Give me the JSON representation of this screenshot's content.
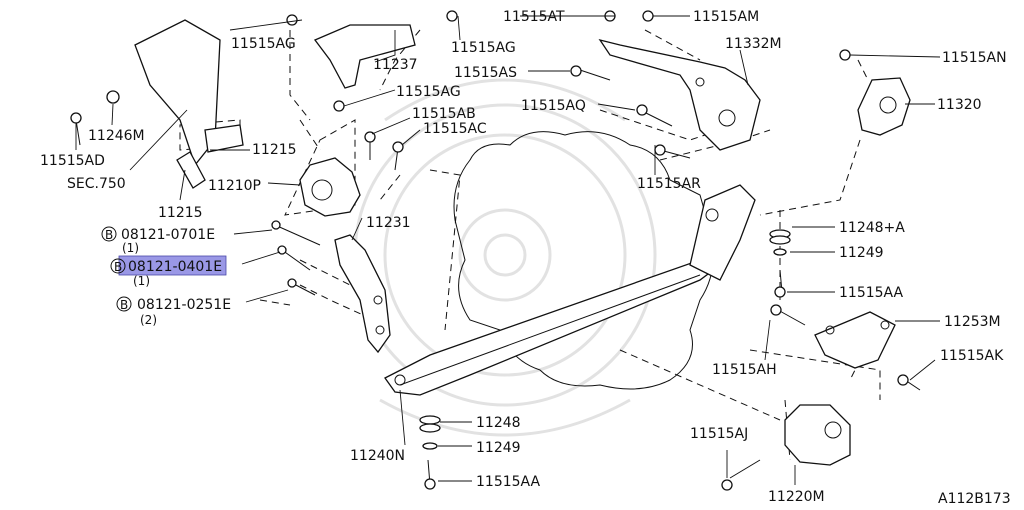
{
  "watermark": "crest-watermark",
  "highlight_color": "#9a98e6",
  "labels": {
    "p11515AG_1": "11515AG",
    "p11515AG_2": "11515AG",
    "p11515AG_3": "11515AG",
    "p11237": "11237",
    "p11515AT": "11515AT",
    "p11515AM": "11515AM",
    "p11332M": "11332M",
    "p11515AS": "11515AS",
    "p11515AN": "11515AN",
    "p11320": "11320",
    "p11515AQ": "11515AQ",
    "p11246M": "11246M",
    "p11515AD": "11515AD",
    "sec750": "SEC.750",
    "p11215_a": "11215",
    "p11215_b": "11215",
    "p11515AB": "11515AB",
    "p11515AC": "11515AC",
    "p11210P": "11210P",
    "p11515AR": "11515AR",
    "p11231": "11231",
    "p11248A": "11248+A",
    "p11249_a": "11249",
    "p11515AA_a": "11515AA",
    "p11253M": "11253M",
    "p11515AH": "11515AH",
    "p11515AK": "11515AK",
    "p11248": "11248",
    "p11249_b": "11249",
    "p11240N": "11240N",
    "p11515AA_b": "11515AA",
    "p11515AJ": "11515AJ",
    "p11220M": "11220M",
    "bolt1": "08121-0701E",
    "bolt1_qty": "(1)",
    "bolt2": "08121-0401E",
    "bolt2_qty": "(1)",
    "bolt3": "08121-0251E",
    "bolt3_qty": "(2)",
    "b_marker": "B",
    "diagram_code": "A112B173"
  }
}
